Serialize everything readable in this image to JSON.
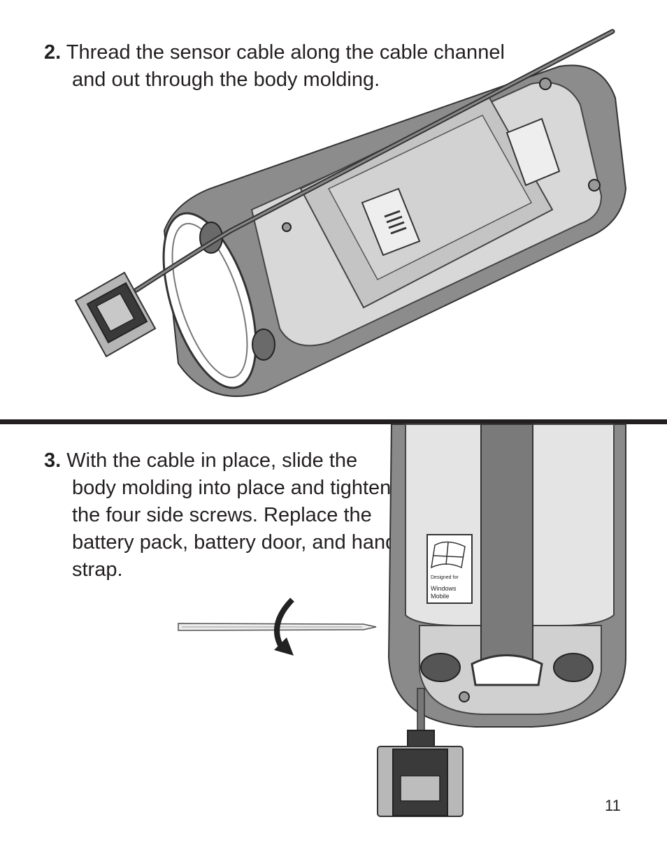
{
  "steps": [
    {
      "number": "2.",
      "text": "Thread the sensor cable along the cable channel and out through the body molding."
    },
    {
      "number": "3.",
      "text": "With the cable in place, slide the body molding into place and tighten the four side screws. Replace the battery pack, battery door, and hand strap."
    }
  ],
  "logo": {
    "line1": "Designed for",
    "line2": "Windows",
    "line3": "Mobile"
  },
  "page_number": "11",
  "colors": {
    "rule": "#231f20",
    "housing": "#8a8a8a",
    "strap": "#7a7a7a"
  }
}
